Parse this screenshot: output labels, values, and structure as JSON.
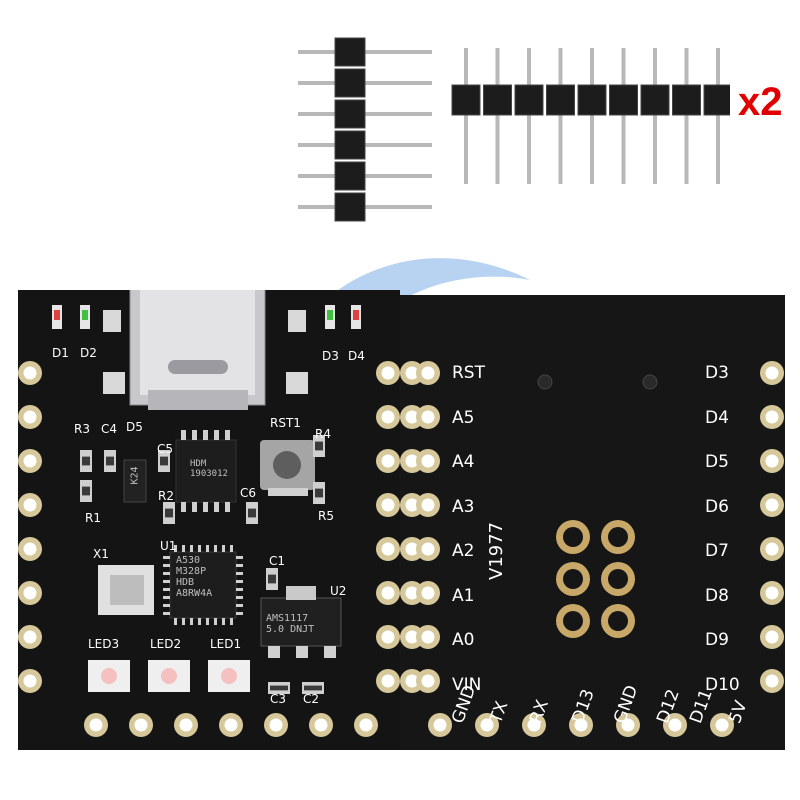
{
  "overlay": {
    "quantity_label": "x2"
  },
  "front_board": {
    "silkscreen": {
      "d1": "D1",
      "d2": "D2",
      "d3": "D3",
      "d4": "D4",
      "r3": "R3",
      "c4": "C4",
      "d5": "D5",
      "c5": "C5",
      "r2": "R2",
      "r1": "R1",
      "u1": "U1",
      "rst1": "RST1",
      "r4": "R4",
      "r5": "R5",
      "c6": "C6",
      "x1": "X1",
      "c1": "C1",
      "u2": "U2",
      "led3": "LED3",
      "led2": "LED2",
      "led1": "LED1",
      "c3": "C3",
      "c2": "C2"
    },
    "chip_markings": {
      "mcu": "A530\nM328P\nHDB\nA8RW4A",
      "usb_ic": "HDM\n1903012",
      "regulator": "AMS1117\n5.0 DNJT",
      "diode": "K24"
    }
  },
  "back_board": {
    "pin_labels_left": [
      "RST",
      "A5",
      "A4",
      "A3",
      "A2",
      "A1",
      "A0",
      "VIN"
    ],
    "pin_labels_right": [
      "D3",
      "D4",
      "D5",
      "D6",
      "D7",
      "D8",
      "D9",
      "D10"
    ],
    "pin_labels_bottom": [
      "GND",
      "TX",
      "RX",
      "D13",
      "GND",
      "D12",
      "D11",
      "5V"
    ],
    "version": "V1977"
  }
}
